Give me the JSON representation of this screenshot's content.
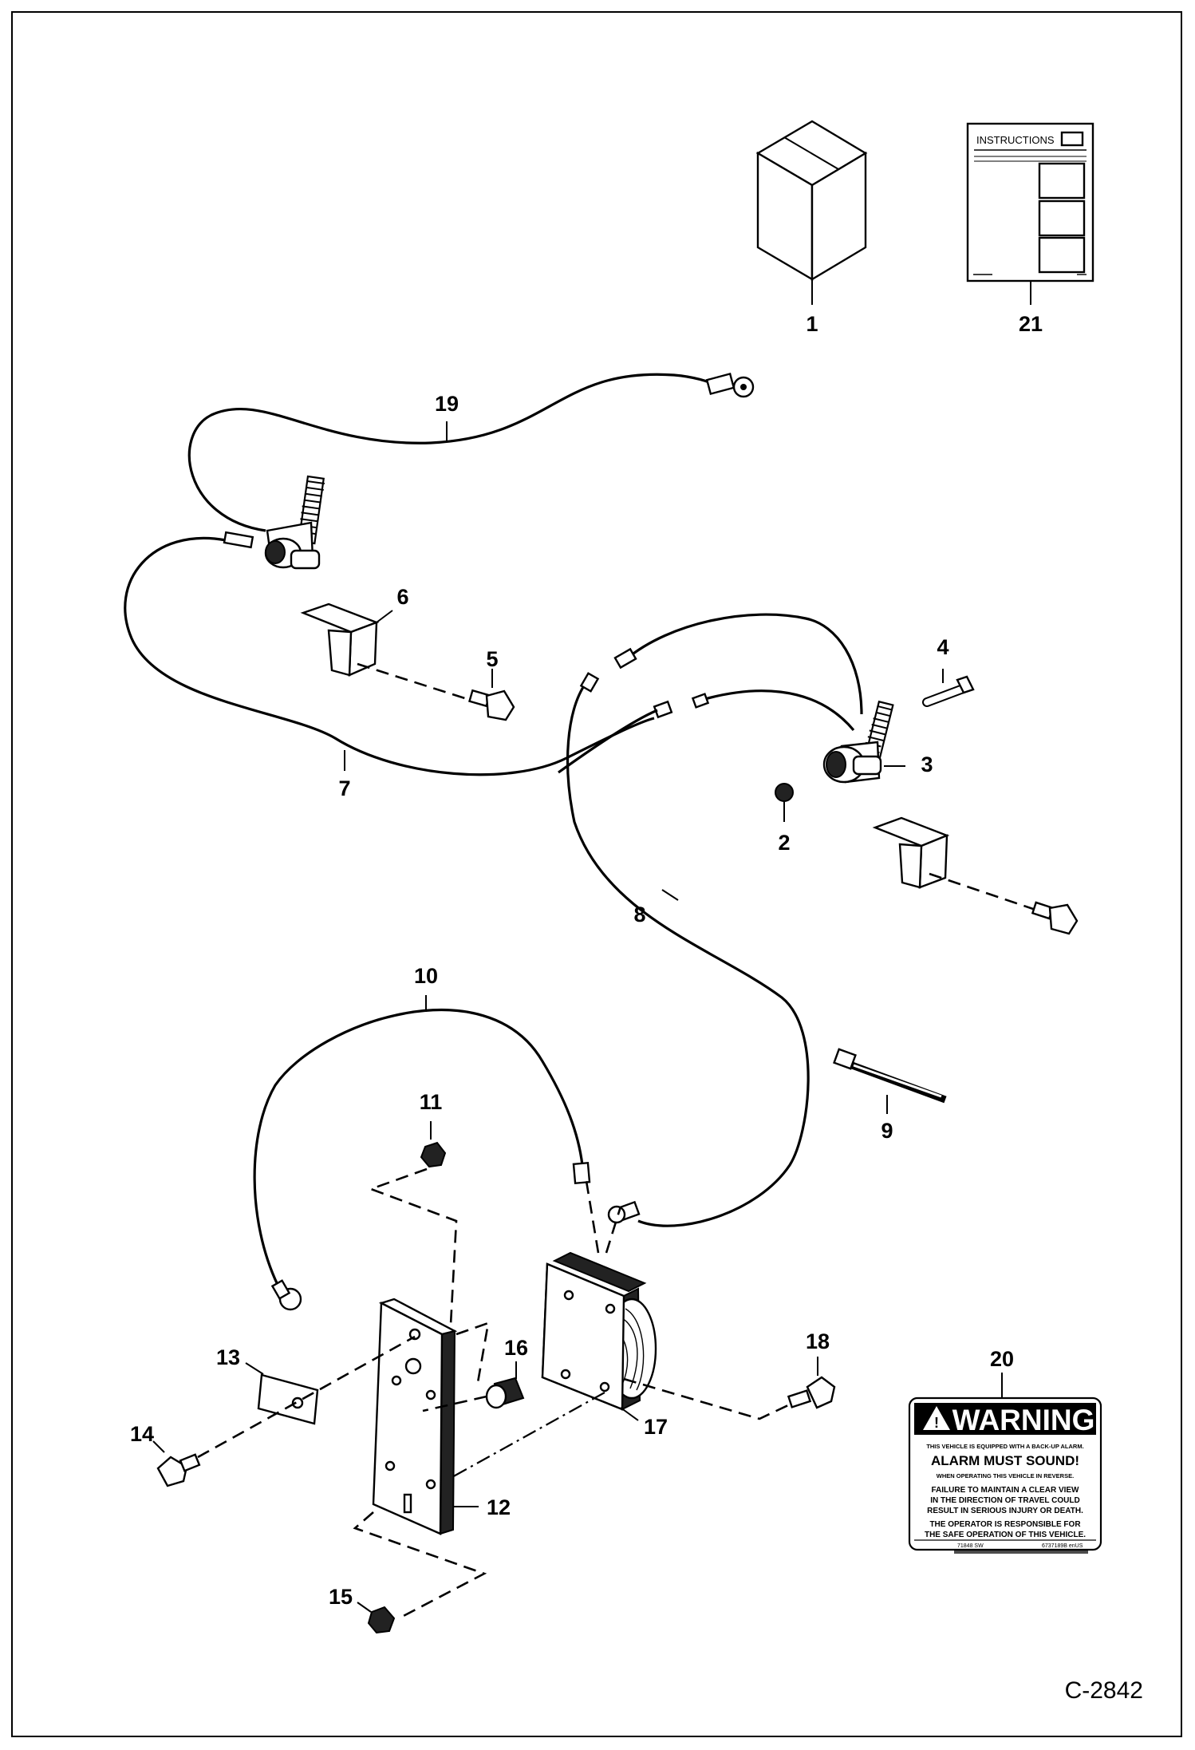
{
  "figure_id": "C-2842",
  "callouts": [
    "1",
    "2",
    "3",
    "4",
    "5",
    "6",
    "7",
    "8",
    "9",
    "10",
    "11",
    "12",
    "13",
    "14",
    "15",
    "16",
    "17",
    "18",
    "19",
    "20",
    "21"
  ],
  "instructions_sheet": {
    "title": "INSTRUCTIONS"
  },
  "warning_decal": {
    "heading": "WARNING",
    "line1": "THIS VEHICLE IS EQUIPPED WITH A BACK-UP ALARM.",
    "line2": "ALARM MUST SOUND!",
    "line3": "WHEN OPERATING THIS VEHICLE IN REVERSE.",
    "line4a": "FAILURE TO MAINTAIN A CLEAR VIEW",
    "line4b": "IN THE DIRECTION OF TRAVEL COULD",
    "line4c": "RESULT IN SERIOUS INJURY OR DEATH.",
    "line5a": "THE OPERATOR IS RESPONSIBLE FOR",
    "line5b": "THE SAFE OPERATION OF THIS VEHICLE.",
    "code_left": "71848 SW",
    "code_right": "6737189B enUS"
  }
}
